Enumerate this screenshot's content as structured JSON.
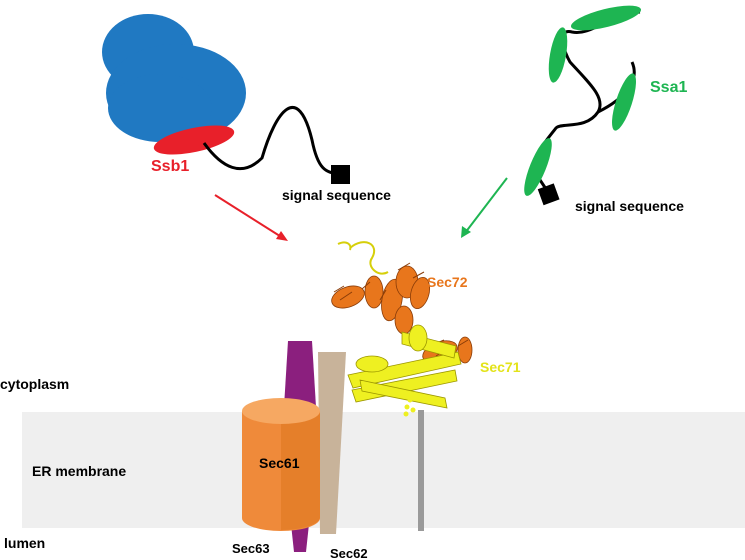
{
  "labels": {
    "ssb1": "Ssb1",
    "ssa1": "Ssa1",
    "signal_left": "signal sequence",
    "signal_right": "signal sequence",
    "sec72": "Sec72",
    "sec71": "Sec71",
    "sec61": "Sec61",
    "sec63": "Sec63",
    "sec62": "Sec62",
    "cytoplasm": "cytoplasm",
    "er_membrane": "ER membrane",
    "lumen": "lumen"
  },
  "colors": {
    "ribosome": "#2079c2",
    "ssb1": "#e8202a",
    "ssa1": "#1eb552",
    "membrane": "#efefef",
    "sec61": "#ef8a3a",
    "sec63": "#8b1f7e",
    "sec62": "#c8b39a",
    "sec72": "#e8761c",
    "sec71": "#eef021",
    "anchor": "#9a9a9a",
    "text_dark": "#000000"
  },
  "icons": {
    "ribosome": "ribosome-icon",
    "protein_structure": "sec71-sec72-ribbon-structure"
  }
}
